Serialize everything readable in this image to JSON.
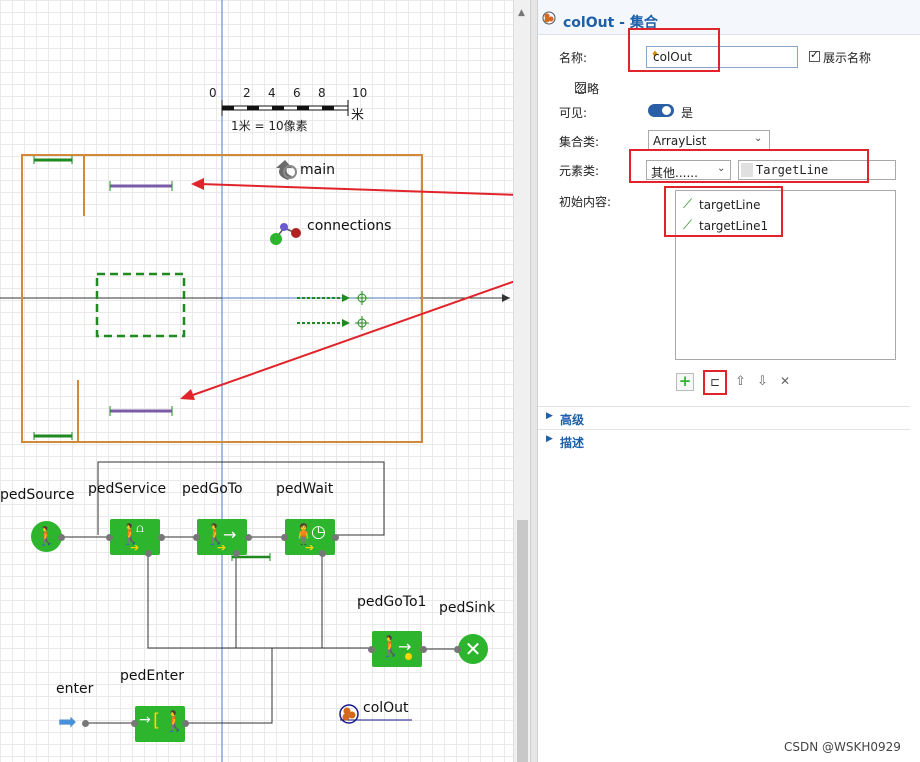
{
  "scale": {
    "ticks": [
      "0",
      "2",
      "4",
      "6",
      "8",
      "10"
    ],
    "unit": "米",
    "note": "1米 = 10像素"
  },
  "canvas_items": {
    "main": "main",
    "connections": "connections"
  },
  "blocks": {
    "pedSource": "pedSource",
    "pedService": "pedService",
    "pedGoTo": "pedGoTo",
    "pedWait": "pedWait",
    "pedGoTo1": "pedGoTo1",
    "pedSink": "pedSink",
    "enter": "enter",
    "pedEnter": "pedEnter",
    "colOut": "colOut"
  },
  "panel": {
    "title": "colOut - 集合",
    "name_label": "名称:",
    "name_value": "colOut",
    "show_name_label": "展示名称",
    "ignore_label": "忽略",
    "visible_label": "可见:",
    "visible_value": "是",
    "collection_class_label": "集合类:",
    "collection_class_value": "ArrayList",
    "element_class_label": "元素类:",
    "element_class_value": "其他......",
    "element_type_value": "TargetLine",
    "initial_contents_label": "初始内容:",
    "initial_items": [
      "targetLine",
      "targetLine1"
    ],
    "sections": [
      "高级",
      "描述"
    ]
  },
  "watermark": "CSDN @WSKH0929",
  "colors": {
    "accent": "#1d5fa8",
    "block_green": "#2eb52e",
    "wall_orange": "#d08a3a",
    "highlight_red": "#e0242a"
  }
}
